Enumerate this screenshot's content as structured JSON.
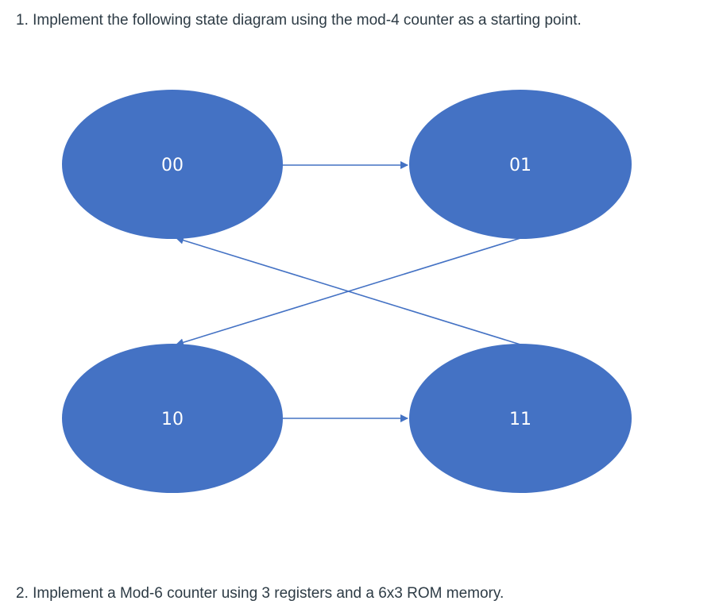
{
  "questions": {
    "q1": "1. Implement the following state diagram using the mod-4 counter as a starting point.",
    "q2": "2. Implement a Mod-6 counter using 3 registers and a 6x3 ROM memory."
  },
  "diagram": {
    "node_color": "#4472c4",
    "edge_color": "#4472c4",
    "states": [
      "00",
      "01",
      "10",
      "11"
    ],
    "transitions": [
      {
        "from": "00",
        "to": "01"
      },
      {
        "from": "01",
        "to": "10"
      },
      {
        "from": "10",
        "to": "11"
      },
      {
        "from": "11",
        "to": "00"
      }
    ]
  }
}
